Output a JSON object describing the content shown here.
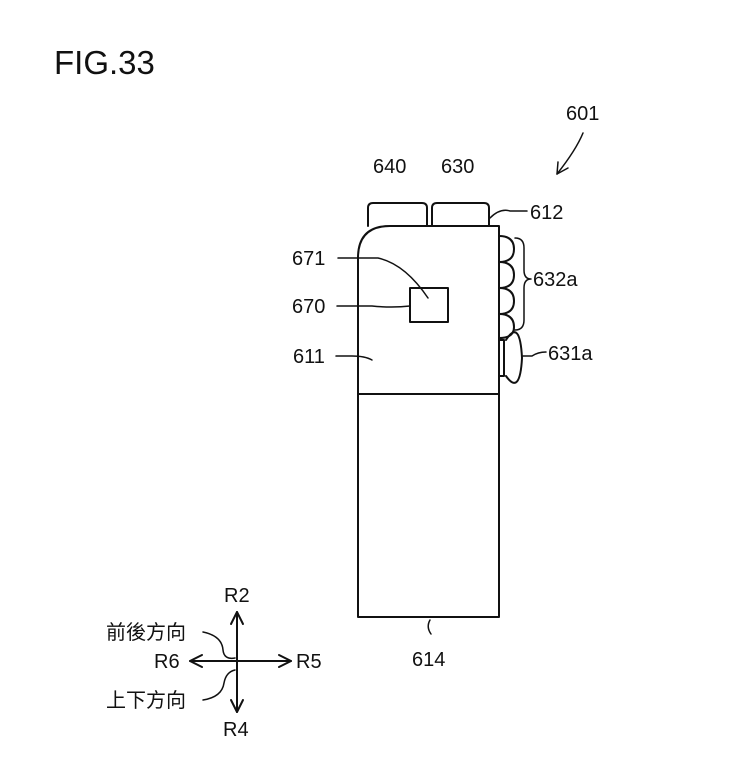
{
  "figure": {
    "title": "FIG.33",
    "labels": {
      "device": "601",
      "part_640": "640",
      "part_630": "630",
      "part_612": "612",
      "part_671": "671",
      "part_670": "670",
      "part_632a": "632a",
      "part_611": "611",
      "part_631a": "631a",
      "part_614": "614"
    },
    "legend": {
      "r2": "R2",
      "r4": "R4",
      "r5": "R5",
      "r6": "R6",
      "front_back": "前後方向",
      "up_down": "上下方向"
    }
  }
}
